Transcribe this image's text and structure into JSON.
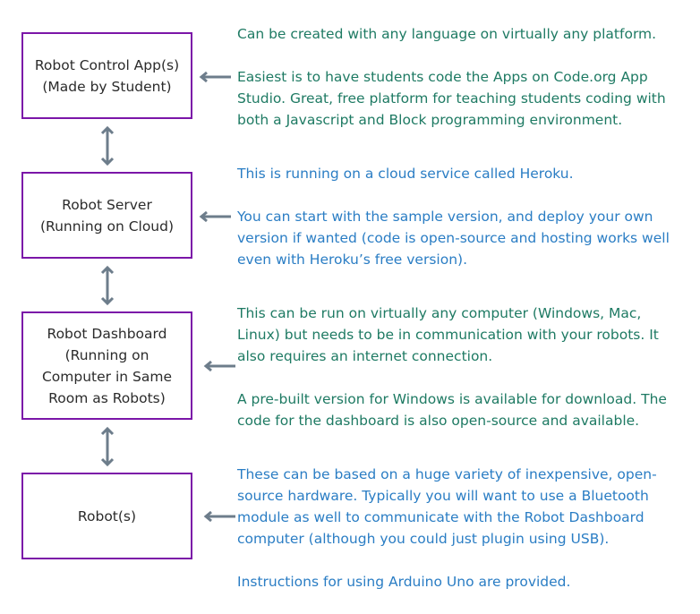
{
  "boxes": [
    {
      "label": "Robot Control App(s)\n(Made by Student)"
    },
    {
      "label": "Robot Server\n(Running on Cloud)"
    },
    {
      "label": "Robot Dashboard\n(Running on\nComputer in Same\nRoom as Robots)"
    },
    {
      "label": "Robot(s)"
    }
  ],
  "notes": [
    {
      "para1": [
        "Can be created with any language on virtually any platform."
      ],
      "para2": [
        "Easiest is to have students code the Apps on Code.org App",
        "Studio. Great, free platform for teaching students coding with",
        "both a Javascript and Block programming environment."
      ]
    },
    {
      "para1": [
        "This is running on a cloud service called Heroku."
      ],
      "para2": [
        "You can start with the sample version, and deploy your own",
        "version if wanted (code is open-source and hosting works well",
        "even with Heroku’s free version)."
      ]
    },
    {
      "para1": [
        "This can be run on virtually any computer (Windows, Mac,",
        "Linux) but needs to be in communication with your robots. It",
        "also requires an internet connection."
      ],
      "para2": [
        "A pre-built version for Windows is available for download.  The",
        "code for the dashboard is also open-source and available."
      ]
    },
    {
      "para1": [
        "These can be based on a huge variety of inexpensive, open-",
        "source hardware. Typically you will want to use a Bluetooth",
        "module as well to communicate with the Robot Dashboard",
        "computer (although you could just plugin using USB)."
      ],
      "para2": [
        "Instructions for using Arduino Uno are provided."
      ]
    }
  ],
  "colors": {
    "box_border": "#7b16a8",
    "arrow": "#6d7d8b",
    "green_text": "#1e7a63",
    "blue_text": "#2a7dc4"
  }
}
